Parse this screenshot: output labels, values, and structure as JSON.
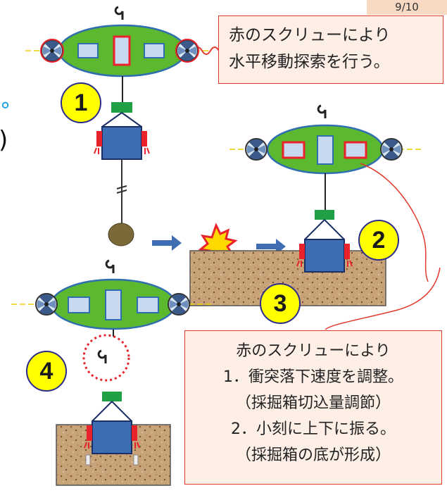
{
  "page_number": "9/10",
  "callout_top": {
    "lines": [
      "赤のスクリューにより",
      "水平移動探索を行う。"
    ]
  },
  "callout_bottom": {
    "lines": [
      "赤のスクリューにより",
      "1．衝突落下速度を調整。",
      "（採掘箱切込量調節）",
      "2．小刻に上下に振る。",
      "（採掘箱の底が形成）"
    ]
  },
  "steps": [
    "1",
    "2",
    "3",
    "4"
  ],
  "edge_glyphs": [
    "°",
    ")"
  ],
  "colors": {
    "blimp_green": "#5cb82e",
    "box_blue": "#3f6db3",
    "soil": "#c8a37a",
    "callout_border": "#e23a2a",
    "step_circle": "#ffff00"
  }
}
